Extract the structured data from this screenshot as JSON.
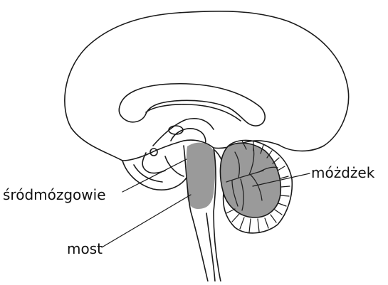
{
  "labels": {
    "midbrain": "śródmózgowie",
    "pons": "most",
    "cerebellum": "móżdżek"
  },
  "colors": {
    "stroke": "#1a1a1a",
    "shade": "#9a9a9a",
    "background": "#ffffff"
  }
}
